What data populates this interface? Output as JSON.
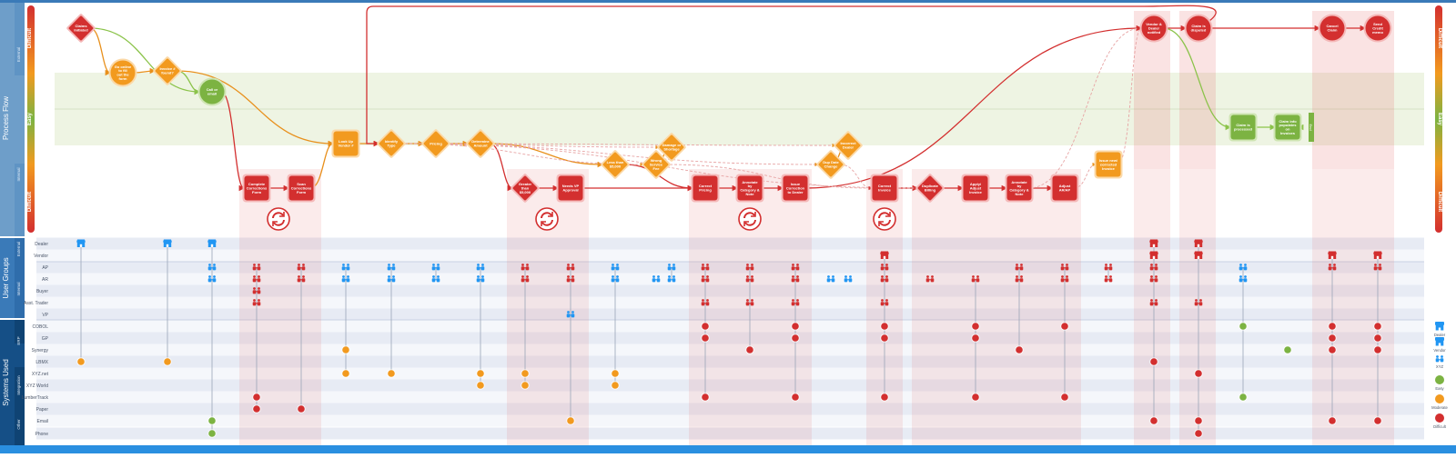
{
  "sections": {
    "process_flow": "Process Flow",
    "user_groups": "User Groups",
    "systems_used": "Systems Used"
  },
  "sub_labels": {
    "pf_top": "External",
    "pf_bottom": "Internal",
    "ug_top": "External",
    "ug_bottom": "Internal",
    "su_erp": "ERP",
    "su_integration": "Integration",
    "su_other": "Other"
  },
  "difficulty_scale": {
    "top": "Difficult",
    "middle": "Easy",
    "bottom": "Difficult"
  },
  "user_groups": [
    "Dealer",
    "Vendor",
    "AP",
    "AR",
    "Buyer",
    "Asst. Trader",
    "VP"
  ],
  "systems": [
    "COBOL",
    "GP",
    "Synergy",
    "LBMX",
    "XYZ.net",
    "XYZ World",
    "LumberTrack",
    "Paper",
    "Email",
    "Phone"
  ],
  "legend": {
    "dealer": "Dealer",
    "vendor": "Vendor",
    "xyz": "XYZ",
    "easy": "Easy",
    "moderate": "Moderate",
    "difficult": "Difficult"
  },
  "colors": {
    "difficult": "#d32f2f",
    "moderate": "#f29a1f",
    "easy": "#7cb342",
    "xyz_blue": "#2196f3",
    "side_dark": "#154f86",
    "side_mid": "#3a7ab8",
    "side_light": "#6e9ec9"
  },
  "steps": [
    {
      "id": "claims_initiated",
      "label": "Claims Initiated",
      "shape": "diamond",
      "level": "difficult"
    },
    {
      "id": "go_online",
      "label": "Go online to fill out the form",
      "shape": "circle",
      "level": "moderate"
    },
    {
      "id": "invoice_found",
      "label": "Invoice # found?",
      "shape": "diamond",
      "level": "moderate"
    },
    {
      "id": "call_email",
      "label": "Call or email",
      "shape": "circle",
      "level": "easy"
    },
    {
      "id": "complete_corrections",
      "label": "Complete Corrections Form",
      "shape": "square",
      "level": "difficult"
    },
    {
      "id": "scan_corrections",
      "label": "Scan Corrections Form",
      "shape": "square",
      "level": "difficult"
    },
    {
      "id": "look_up_vendor",
      "label": "Look Up Vendor #",
      "shape": "square",
      "level": "moderate"
    },
    {
      "id": "identify_type",
      "label": "Identify Type",
      "shape": "diamond",
      "level": "moderate"
    },
    {
      "id": "pricing",
      "label": "Pricing",
      "shape": "diamond",
      "level": "moderate"
    },
    {
      "id": "determine_amount",
      "label": "Determine Amount",
      "shape": "diamond",
      "level": "moderate"
    },
    {
      "id": "greater_5000",
      "label": "Greater than $5,000",
      "shape": "diamond",
      "level": "difficult"
    },
    {
      "id": "needs_vp",
      "label": "Needs VP Approval",
      "shape": "square",
      "level": "difficult"
    },
    {
      "id": "less_5000",
      "label": "Less than $5,000",
      "shape": "diamond",
      "level": "moderate"
    },
    {
      "id": "wrong_service",
      "label": "Wrong Service Fee",
      "shape": "diamond",
      "level": "moderate"
    },
    {
      "id": "damage_shortage",
      "label": "Damage or Shortage",
      "shape": "diamond",
      "level": "moderate"
    },
    {
      "id": "correct_pricing",
      "label": "Correct Pricing",
      "shape": "square",
      "level": "difficult"
    },
    {
      "id": "annotate_1",
      "label": "Annotate by Category & Note",
      "shape": "square",
      "level": "difficult"
    },
    {
      "id": "issue_correction",
      "label": "Issue Correction to Dealer",
      "shape": "square",
      "level": "difficult"
    },
    {
      "id": "dup_date_change",
      "label": "Dup Date Change",
      "shape": "diamond",
      "level": "moderate"
    },
    {
      "id": "incorrect_dealer",
      "label": "Incorrect Dealer",
      "shape": "diamond",
      "level": "moderate"
    },
    {
      "id": "correct_invoice",
      "label": "Correct Invoice",
      "shape": "square",
      "level": "difficult"
    },
    {
      "id": "duplicate_billing",
      "label": "Duplicate Billing",
      "shape": "diamond",
      "level": "difficult"
    },
    {
      "id": "apply_adjust",
      "label": "Apply/ Adjust Invoice",
      "shape": "square",
      "level": "difficult"
    },
    {
      "id": "annotate_2",
      "label": "Annotate by Category & Note",
      "shape": "square",
      "level": "difficult"
    },
    {
      "id": "adjust_ar_ap",
      "label": "Adjust AR/AP",
      "shape": "square",
      "level": "difficult"
    },
    {
      "id": "issue_new",
      "label": "Issue new/ corrected Invoice",
      "shape": "square",
      "level": "moderate"
    },
    {
      "id": "vendor_dealer_notified",
      "label": "Vendor & Dealer notified",
      "shape": "circle",
      "level": "difficult"
    },
    {
      "id": "claim_disputed",
      "label": "Claim is disputed",
      "shape": "circle",
      "level": "difficult"
    },
    {
      "id": "claim_processed",
      "label": "Claim is processed",
      "shape": "square",
      "level": "easy"
    },
    {
      "id": "claim_info_populates",
      "label": "Claim info populates on Invoices",
      "shape": "square",
      "level": "easy"
    },
    {
      "id": "end_marker",
      "label": "End",
      "shape": "bar",
      "level": "easy"
    },
    {
      "id": "cancel_claim",
      "label": "Cancel Claim",
      "shape": "circle",
      "level": "difficult"
    },
    {
      "id": "send_credit",
      "label": "Send Credit memo",
      "shape": "circle",
      "level": "difficult"
    }
  ],
  "links": [
    [
      "claims_initiated",
      "go_online",
      "solid"
    ],
    [
      "claims_initiated",
      "call_email",
      "solid"
    ],
    [
      "go_online",
      "invoice_found",
      "solid"
    ],
    [
      "invoice_found",
      "call_email",
      "solid"
    ],
    [
      "invoice_found",
      "look_up_vendor",
      "solid"
    ],
    [
      "call_email",
      "complete_corrections",
      "solid"
    ],
    [
      "complete_corrections",
      "scan_corrections",
      "solid"
    ],
    [
      "scan_corrections",
      "look_up_vendor",
      "solid"
    ],
    [
      "look_up_vendor",
      "identify_type",
      "solid"
    ],
    [
      "identify_type",
      "pricing",
      "solid"
    ],
    [
      "pricing",
      "determine_amount",
      "solid"
    ],
    [
      "determine_amount",
      "greater_5000",
      "solid"
    ],
    [
      "determine_amount",
      "less_5000",
      "solid"
    ],
    [
      "greater_5000",
      "needs_vp",
      "solid"
    ],
    [
      "needs_vp",
      "correct_pricing",
      "solid"
    ],
    [
      "less_5000",
      "correct_pricing",
      "solid"
    ],
    [
      "wrong_service",
      "damage_shortage",
      "solid"
    ],
    [
      "correct_pricing",
      "annotate_1",
      "solid"
    ],
    [
      "annotate_1",
      "issue_correction",
      "solid"
    ],
    [
      "issue_correction",
      "vendor_dealer_notified",
      "solid"
    ],
    [
      "dup_date_change",
      "incorrect_dealer",
      "solid"
    ],
    [
      "correct_invoice",
      "duplicate_billing",
      "solid"
    ],
    [
      "duplicate_billing",
      "apply_adjust",
      "solid"
    ],
    [
      "apply_adjust",
      "annotate_2",
      "solid"
    ],
    [
      "annotate_2",
      "adjust_ar_ap",
      "solid"
    ],
    [
      "vendor_dealer_notified",
      "claim_disputed",
      "solid"
    ],
    [
      "vendor_dealer_notified",
      "claim_processed",
      "solid"
    ],
    [
      "claim_processed",
      "claim_info_populates",
      "solid"
    ],
    [
      "claim_info_populates",
      "end_marker",
      "solid"
    ],
    [
      "claim_disputed",
      "cancel_claim",
      "solid"
    ],
    [
      "cancel_claim",
      "send_credit",
      "solid"
    ],
    [
      "identify_type",
      "wrong_service",
      "dashed"
    ],
    [
      "identify_type",
      "damage_shortage",
      "dashed"
    ],
    [
      "identify_type",
      "dup_date_change",
      "dashed"
    ],
    [
      "identify_type",
      "incorrect_dealer",
      "dashed"
    ],
    [
      "identify_type",
      "duplicate_billing",
      "dashed"
    ],
    [
      "wrong_service",
      "correct_invoice",
      "dashed"
    ],
    [
      "dup_date_change",
      "correct_invoice",
      "dashed"
    ],
    [
      "adjust_ar_ap",
      "issue_new",
      "dashed"
    ],
    [
      "issue_new",
      "vendor_dealer_notified",
      "dashed"
    ],
    [
      "annotate_2",
      "vendor_dealer_notified",
      "dashed"
    ],
    [
      "claim_disputed",
      "identify_type",
      "loop"
    ]
  ],
  "cycle_markers": [
    "rework-cycle-1",
    "rework-cycle-2",
    "rework-cycle-3",
    "rework-cycle-4"
  ],
  "user_cells": [
    [
      "Dealer",
      "claims_initiated",
      "dealer"
    ],
    [
      "Dealer",
      "invoice_found",
      "dealer"
    ],
    [
      "Dealer",
      "call_email",
      "dealer"
    ],
    [
      "AP",
      "call_email",
      "xyz"
    ],
    [
      "AR",
      "call_email",
      "xyz"
    ],
    [
      "AP",
      "complete_corrections",
      "difficult"
    ],
    [
      "AR",
      "complete_corrections",
      "difficult"
    ],
    [
      "Buyer",
      "complete_corrections",
      "difficult"
    ],
    [
      "Asst. Trader",
      "complete_corrections",
      "difficult"
    ],
    [
      "AP",
      "scan_corrections",
      "difficult"
    ],
    [
      "AR",
      "scan_corrections",
      "difficult"
    ],
    [
      "AP",
      "look_up_vendor",
      "xyz"
    ],
    [
      "AR",
      "look_up_vendor",
      "xyz"
    ],
    [
      "AP",
      "identify_type",
      "xyz"
    ],
    [
      "AR",
      "identify_type",
      "xyz"
    ],
    [
      "AP",
      "pricing",
      "xyz"
    ],
    [
      "AR",
      "pricing",
      "xyz"
    ],
    [
      "AP",
      "determine_amount",
      "xyz"
    ],
    [
      "AR",
      "determine_amount",
      "xyz"
    ],
    [
      "AP",
      "greater_5000",
      "difficult"
    ],
    [
      "AR",
      "greater_5000",
      "difficult"
    ],
    [
      "AP",
      "needs_vp",
      "difficult"
    ],
    [
      "AR",
      "needs_vp",
      "difficult"
    ],
    [
      "VP",
      "needs_vp",
      "xyz"
    ],
    [
      "AP",
      "less_5000",
      "xyz"
    ],
    [
      "AR",
      "less_5000",
      "xyz"
    ],
    [
      "AR",
      "wrong_service",
      "xyz"
    ],
    [
      "AP",
      "damage_shortage",
      "xyz"
    ],
    [
      "AR",
      "damage_shortage",
      "xyz"
    ],
    [
      "AP",
      "correct_pricing",
      "difficult"
    ],
    [
      "AR",
      "correct_pricing",
      "difficult"
    ],
    [
      "Asst. Trader",
      "correct_pricing",
      "difficult"
    ],
    [
      "AP",
      "annotate_1",
      "difficult"
    ],
    [
      "AR",
      "annotate_1",
      "difficult"
    ],
    [
      "Asst. Trader",
      "annotate_1",
      "difficult"
    ],
    [
      "AP",
      "issue_correction",
      "difficult"
    ],
    [
      "AR",
      "issue_correction",
      "difficult"
    ],
    [
      "Asst. Trader",
      "issue_correction",
      "difficult"
    ],
    [
      "AR",
      "dup_date_change",
      "xyz"
    ],
    [
      "AR",
      "incorrect_dealer",
      "xyz"
    ],
    [
      "Vendor",
      "correct_invoice",
      "vendor"
    ],
    [
      "AP",
      "correct_invoice",
      "difficult"
    ],
    [
      "AR",
      "correct_invoice",
      "difficult"
    ],
    [
      "Asst. Trader",
      "correct_invoice",
      "difficult"
    ],
    [
      "AR",
      "duplicate_billing",
      "difficult"
    ],
    [
      "AR",
      "apply_adjust",
      "difficult"
    ],
    [
      "AP",
      "annotate_2",
      "difficult"
    ],
    [
      "AR",
      "annotate_2",
      "difficult"
    ],
    [
      "AP",
      "adjust_ar_ap",
      "difficult"
    ],
    [
      "AR",
      "adjust_ar_ap",
      "difficult"
    ],
    [
      "AP",
      "issue_new",
      "difficult"
    ],
    [
      "AR",
      "issue_new",
      "difficult"
    ],
    [
      "Dealer",
      "vendor_dealer_notified",
      "dealer-red"
    ],
    [
      "Vendor",
      "vendor_dealer_notified",
      "vendor"
    ],
    [
      "AP",
      "vendor_dealer_notified",
      "difficult"
    ],
    [
      "AR",
      "vendor_dealer_notified",
      "difficult"
    ],
    [
      "Asst. Trader",
      "vendor_dealer_notified",
      "difficult"
    ],
    [
      "Dealer",
      "claim_disputed",
      "dealer-red"
    ],
    [
      "Vendor",
      "claim_disputed",
      "vendor"
    ],
    [
      "Asst. Trader",
      "claim_disputed",
      "difficult"
    ],
    [
      "AP",
      "claim_processed",
      "xyz"
    ],
    [
      "AR",
      "claim_processed",
      "xyz"
    ],
    [
      "Vendor",
      "cancel_claim",
      "vendor"
    ],
    [
      "AP",
      "cancel_claim",
      "difficult"
    ],
    [
      "Vendor",
      "send_credit",
      "vendor"
    ],
    [
      "AP",
      "send_credit",
      "difficult"
    ]
  ],
  "system_cells": [
    [
      "LBMX",
      "claims_initiated",
      "moderate"
    ],
    [
      "LBMX",
      "invoice_found",
      "moderate"
    ],
    [
      "Email",
      "call_email",
      "easy"
    ],
    [
      "Phone",
      "call_email",
      "easy"
    ],
    [
      "LumberTrack",
      "complete_corrections",
      "difficult"
    ],
    [
      "Paper",
      "complete_corrections",
      "difficult"
    ],
    [
      "Paper",
      "scan_corrections",
      "difficult"
    ],
    [
      "Synergy",
      "look_up_vendor",
      "moderate"
    ],
    [
      "XYZ.net",
      "look_up_vendor",
      "moderate"
    ],
    [
      "XYZ.net",
      "identify_type",
      "moderate"
    ],
    [
      "XYZ.net",
      "determine_amount",
      "moderate"
    ],
    [
      "XYZ World",
      "determine_amount",
      "moderate"
    ],
    [
      "XYZ.net",
      "greater_5000",
      "moderate"
    ],
    [
      "XYZ World",
      "greater_5000",
      "moderate"
    ],
    [
      "Email",
      "needs_vp",
      "moderate"
    ],
    [
      "XYZ.net",
      "less_5000",
      "moderate"
    ],
    [
      "XYZ World",
      "less_5000",
      "moderate"
    ],
    [
      "COBOL",
      "correct_pricing",
      "difficult"
    ],
    [
      "GP",
      "correct_pricing",
      "difficult"
    ],
    [
      "LumberTrack",
      "correct_pricing",
      "difficult"
    ],
    [
      "Synergy",
      "annotate_1",
      "difficult"
    ],
    [
      "COBOL",
      "issue_correction",
      "difficult"
    ],
    [
      "GP",
      "issue_correction",
      "difficult"
    ],
    [
      "LumberTrack",
      "issue_correction",
      "difficult"
    ],
    [
      "COBOL",
      "correct_invoice",
      "difficult"
    ],
    [
      "GP",
      "correct_invoice",
      "difficult"
    ],
    [
      "LumberTrack",
      "correct_invoice",
      "difficult"
    ],
    [
      "COBOL",
      "apply_adjust",
      "difficult"
    ],
    [
      "GP",
      "apply_adjust",
      "difficult"
    ],
    [
      "LumberTrack",
      "apply_adjust",
      "difficult"
    ],
    [
      "Synergy",
      "annotate_2",
      "difficult"
    ],
    [
      "COBOL",
      "adjust_ar_ap",
      "difficult"
    ],
    [
      "LumberTrack",
      "adjust_ar_ap",
      "difficult"
    ],
    [
      "LBMX",
      "vendor_dealer_notified",
      "difficult"
    ],
    [
      "Email",
      "vendor_dealer_notified",
      "difficult"
    ],
    [
      "XYZ.net",
      "claim_disputed",
      "difficult"
    ],
    [
      "Email",
      "claim_disputed",
      "difficult"
    ],
    [
      "Phone",
      "claim_disputed",
      "difficult"
    ],
    [
      "COBOL",
      "claim_processed",
      "easy"
    ],
    [
      "LumberTrack",
      "claim_processed",
      "easy"
    ],
    [
      "Synergy",
      "claim_info_populates",
      "easy"
    ],
    [
      "COBOL",
      "cancel_claim",
      "difficult"
    ],
    [
      "GP",
      "cancel_claim",
      "difficult"
    ],
    [
      "Synergy",
      "cancel_claim",
      "difficult"
    ],
    [
      "Email",
      "cancel_claim",
      "difficult"
    ],
    [
      "COBOL",
      "send_credit",
      "difficult"
    ],
    [
      "GP",
      "send_credit",
      "difficult"
    ],
    [
      "Synergy",
      "send_credit",
      "difficult"
    ],
    [
      "Email",
      "send_credit",
      "difficult"
    ]
  ]
}
